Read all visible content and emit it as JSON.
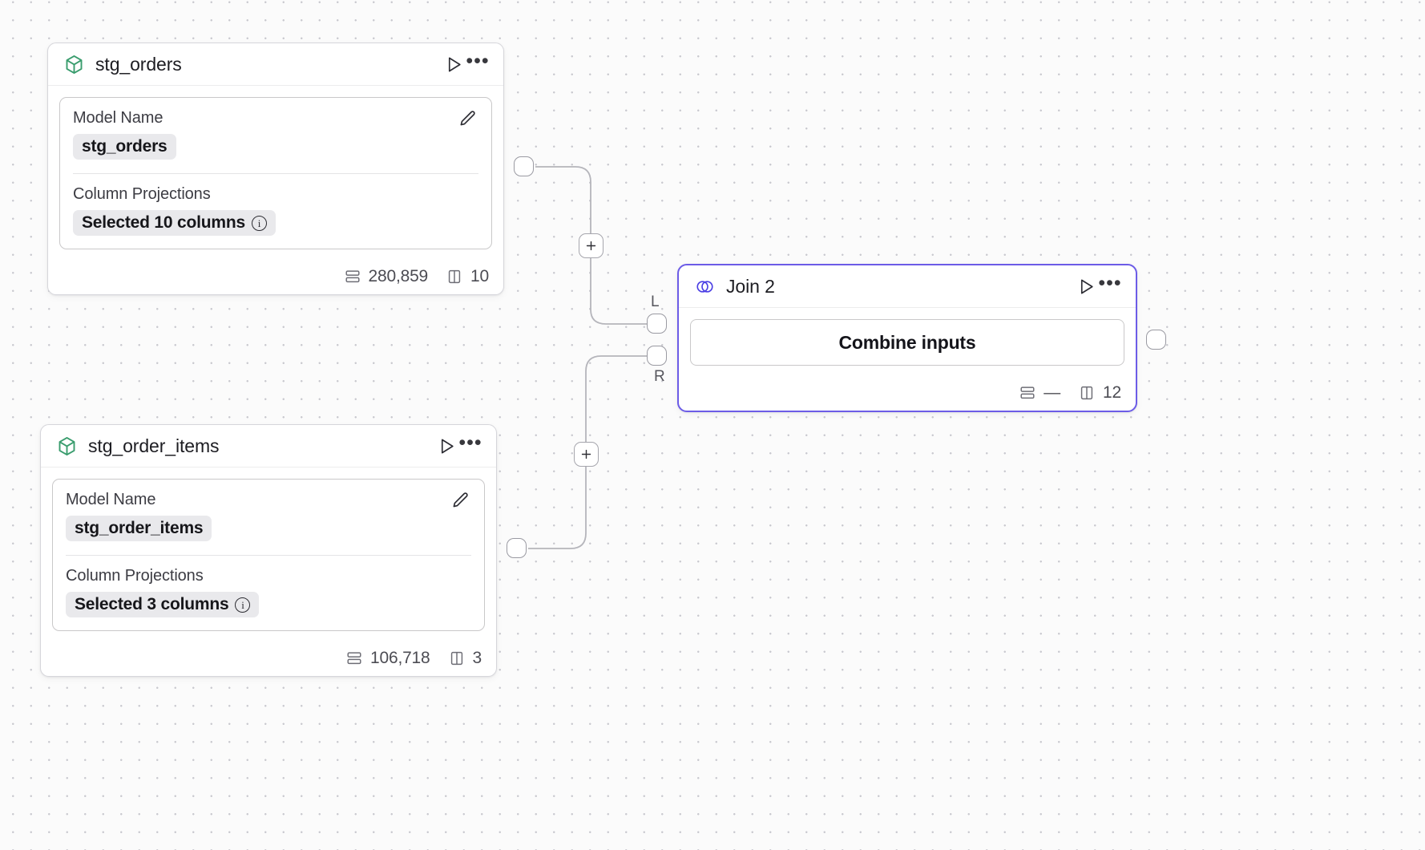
{
  "canvas": {
    "background": "#fbfbfb",
    "dot_color": "#c9c9cf",
    "accent": "#6c5ce7",
    "model_icon_color": "#3a9d6e"
  },
  "nodes": [
    {
      "id": "stg_orders",
      "title": "stg_orders",
      "icon": "cube-icon",
      "run_label": "Run",
      "menu_label": "More options",
      "fields": {
        "model_name_label": "Model Name",
        "model_name_value": "stg_orders",
        "column_projections_label": "Column Projections",
        "column_projections_value": "Selected 10 columns"
      },
      "stats": {
        "rows_label": "280,859",
        "columns_label": "10"
      }
    },
    {
      "id": "stg_order_items",
      "title": "stg_order_items",
      "icon": "cube-icon",
      "run_label": "Run",
      "menu_label": "More options",
      "fields": {
        "model_name_label": "Model Name",
        "model_name_value": "stg_order_items",
        "column_projections_label": "Column Projections",
        "column_projections_value": "Selected 3 columns"
      },
      "stats": {
        "rows_label": "106,718",
        "columns_label": "3"
      }
    }
  ],
  "join_node": {
    "id": "join_2",
    "title": "Join 2",
    "icon": "venn-icon",
    "run_label": "Run",
    "menu_label": "More options",
    "body_label": "Combine inputs",
    "ports": {
      "left_label": "L",
      "right_label": "R"
    },
    "stats": {
      "rows_label": "—",
      "columns_label": "12"
    }
  },
  "edge_buttons": [
    {
      "label": "+",
      "name": "add-node-on-edge-top"
    },
    {
      "label": "+",
      "name": "add-node-on-edge-bottom"
    }
  ]
}
